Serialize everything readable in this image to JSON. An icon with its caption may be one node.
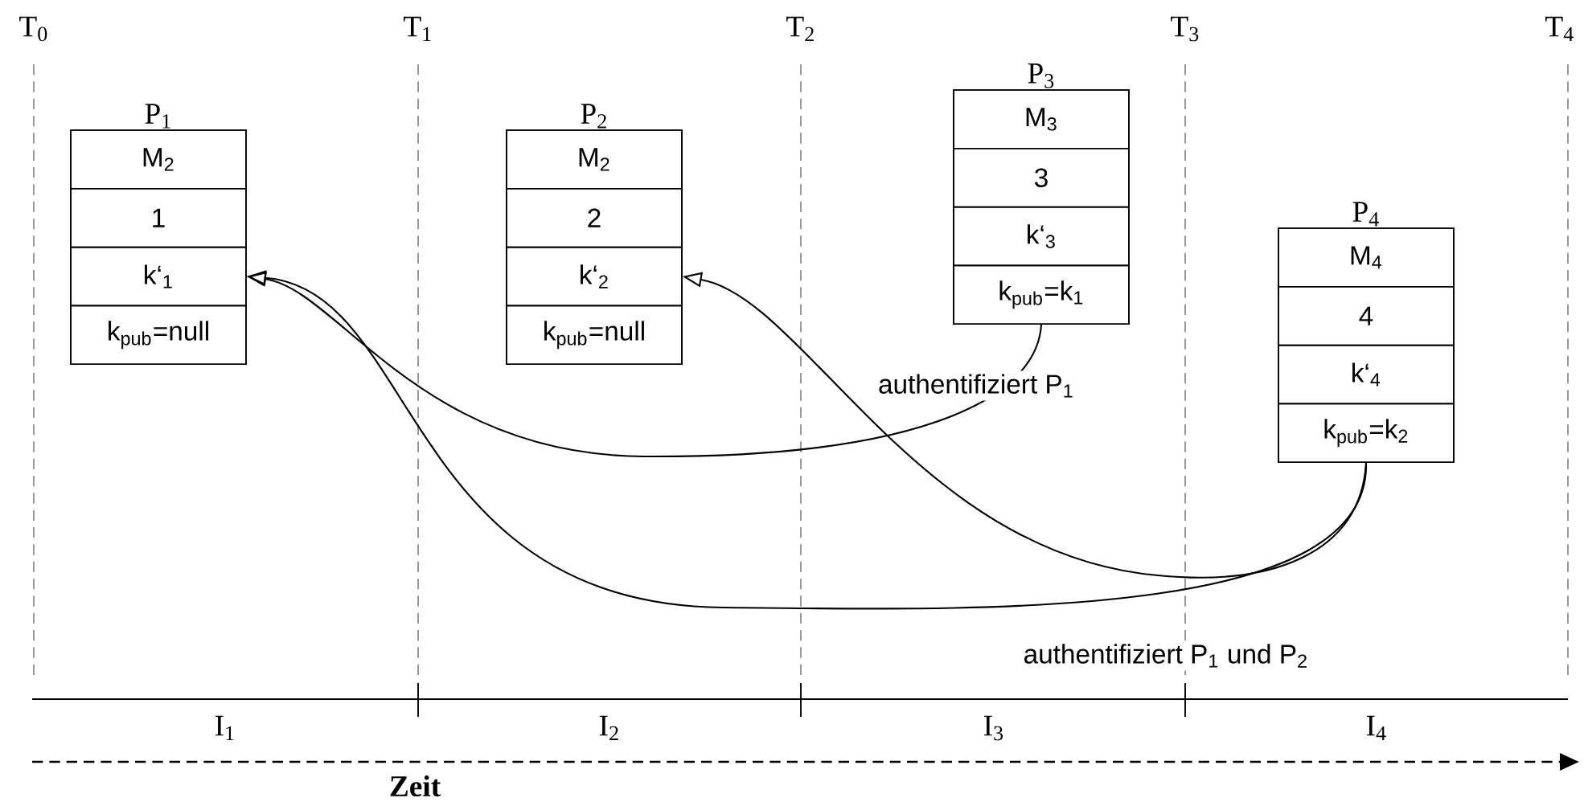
{
  "diagram": {
    "nodes": [
      {
        "text": [
          "P$_{1}$"
        ]
      },
      {
        "text": [
          "M$_{2}$"
        ],
        "in": 0
      },
      {
        "text": [
          "1"
        ],
        "in": 0
      },
      {
        "text": [
          "k‘$_{1}$"
        ],
        "in": 0
      },
      {
        "text": [
          "k$_{pub}$=null"
        ],
        "in": 0
      },
      {
        "text": [
          "P$_{2}$"
        ]
      },
      {
        "text": [
          "M$_{2}$"
        ],
        "in": 5
      },
      {
        "text": [
          "2"
        ],
        "in": 5
      },
      {
        "text": [
          "k‘$_{2}$"
        ],
        "in": 5
      },
      {
        "text": [
          "k$_{pub}$=null"
        ],
        "in": 5
      },
      {
        "text": [
          "P$_{3}$"
        ]
      },
      {
        "text": [
          "M$_{3}$"
        ],
        "in": 10
      },
      {
        "text": [
          "3"
        ],
        "in": 10
      },
      {
        "text": [
          "k‘$_{3}$"
        ],
        "in": 10
      },
      {
        "text": [
          "k$_{pub}$=k$_{1}$"
        ],
        "in": 10
      },
      {
        "text": [
          "P$_{4}$"
        ]
      },
      {
        "text": [
          "M$_{4}$"
        ],
        "in": 15
      },
      {
        "text": [
          "4"
        ],
        "in": 15
      },
      {
        "text": [
          "k‘$_{4}$"
        ],
        "in": 15
      },
      {
        "text": [
          "k$_{pub}$=k$_{2}$"
        ],
        "in": 15
      }
    ],
    "edges": [
      {
        "from": 14,
        "to": 3,
        "arrow": "to",
        "label": "authentifiziert P$_{1}$"
      },
      {
        "from": 19,
        "to": 3,
        "arrow": "to",
        "label": "authentifiziert P$_{1}$ und P$_{2}$"
      },
      {
        "from": 19,
        "to": 8,
        "arrow": "to"
      }
    ],
    "labels": [
      "T$_{0}$",
      "T$_{1}$",
      "T$_{2}$",
      "T$_{3}$",
      "T$_{4}$",
      "I$_{1}$",
      "I$_{2}$",
      "I$_{3}$",
      "I$_{4}$",
      "Zeit"
    ]
  }
}
